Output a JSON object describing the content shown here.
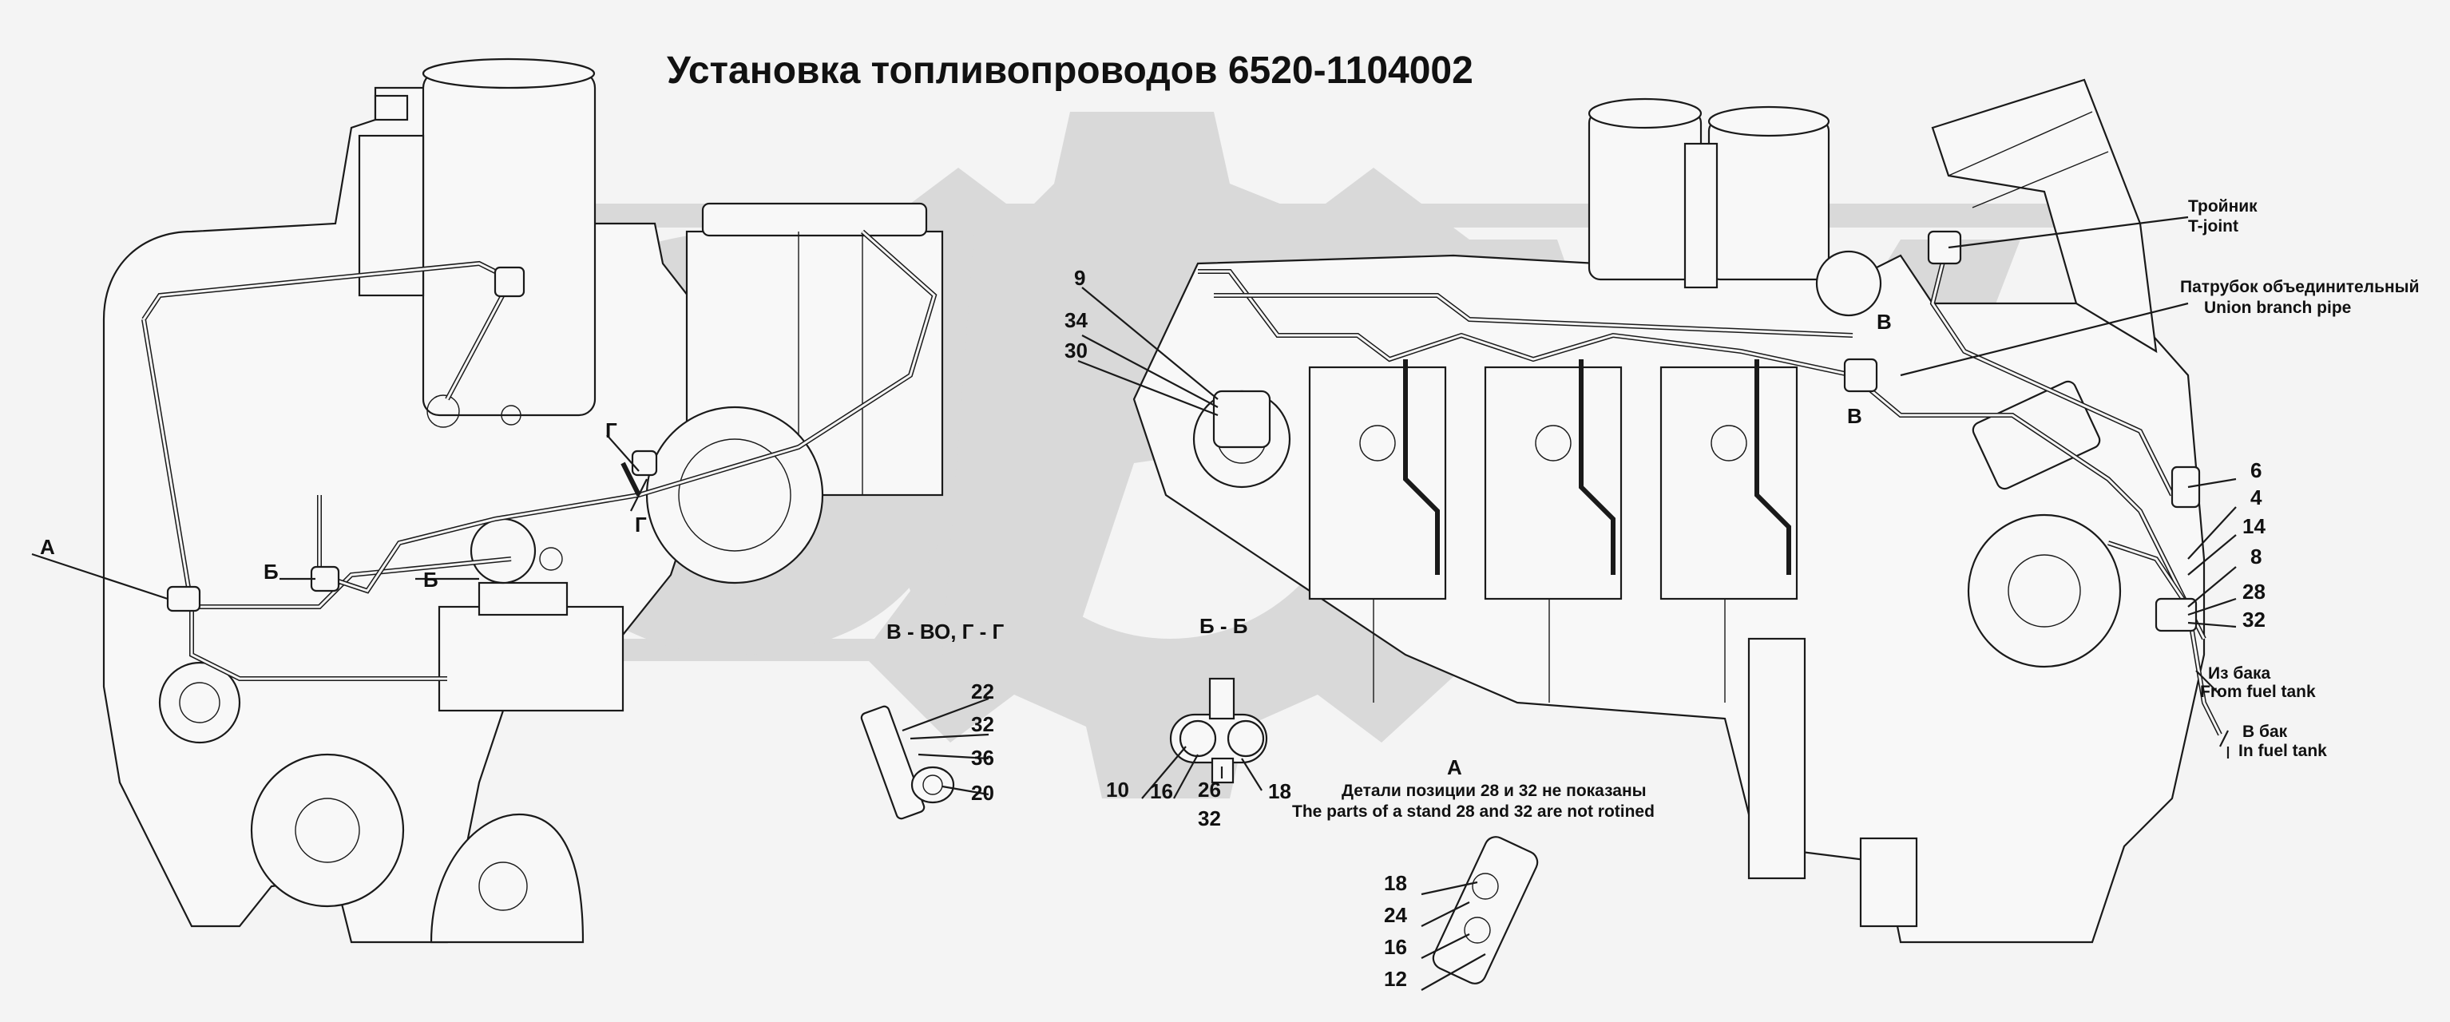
{
  "title": "Установка топливопроводов 6520-1104002",
  "section_views": {
    "a": "А",
    "b": "Б",
    "v": "В",
    "g": "Г",
    "vv_gg": "В - ВО, Г - Г",
    "bb": "Б - Б",
    "a_detail": "А"
  },
  "labels": {
    "tee_ru": "Тройник",
    "tee_en": "T-joint",
    "union_ru": "Патрубок объединительный",
    "union_en": "Union branch pipe",
    "from_tank_ru": "Из бака",
    "from_tank_en": "From fuel tank",
    "to_tank_ru": "В бак",
    "to_tank_en": "In fuel tank"
  },
  "note": {
    "ru": "Детали позиции 28 и 32 не показаны",
    "en": "The parts of a stand 28 and 32 are not rotined"
  },
  "callouts": {
    "top": {
      "n9": "9",
      "n34": "34",
      "n30": "30"
    },
    "right": {
      "n6": "6",
      "n4": "4",
      "n14": "14",
      "n8": "8",
      "n28": "28",
      "n32": "32"
    },
    "vv": {
      "n22": "22",
      "n32": "32",
      "n36": "36",
      "n20": "20"
    },
    "bb": {
      "n10": "10",
      "n16": "16",
      "n26": "26",
      "n32": "32",
      "n18": "18"
    },
    "a": {
      "n18": "18",
      "n24": "24",
      "n16": "16",
      "n12": "12"
    }
  }
}
